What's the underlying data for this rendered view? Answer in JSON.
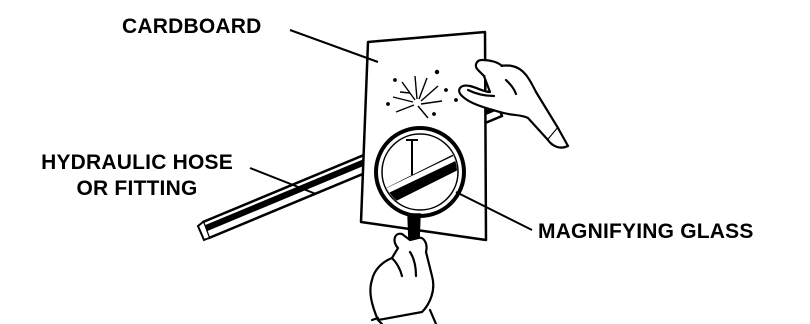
{
  "labels": {
    "cardboard": "CARDBOARD",
    "hose_line1": "HYDRAULIC HOSE",
    "hose_line2": "OR FITTING",
    "magnifier": "MAGNIFYING GLASS"
  },
  "colors": {
    "ink": "#000000",
    "paper": "#ffffff"
  }
}
